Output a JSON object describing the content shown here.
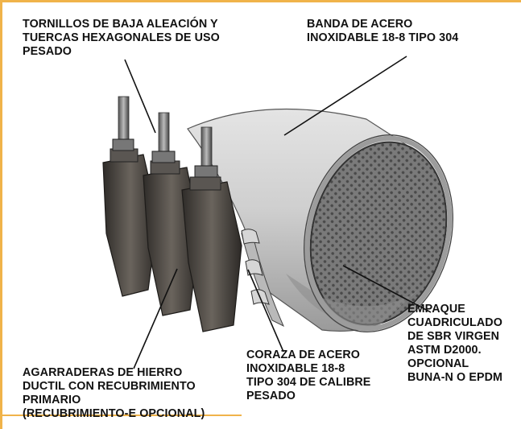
{
  "labels": {
    "tornillos": "TORNILLOS DE BAJA ALEACIÓN Y\nTUERCAS HEXAGONALES DE USO\nPESADO",
    "banda": "BANDA DE ACERO\nINOXIDABLE 18-8 TIPO 304",
    "empaque": "EMPAQUE\nCUADRICULADO\nDE SBR VIRGEN\nASTM D2000.\nOPCIONAL\nBUNA-N O EPDM",
    "agarraderas": "AGARRADERAS DE HIERRO\nDUCTIL CON RECUBRIMIENTO\nPRIMARIO\n(RECUBRIMIENTO-E OPCIONAL)",
    "coraza": "CORAZA DE ACERO\nINOXIDABLE 18-8\nTIPO 304 DE CALIBRE\nPESADO"
  },
  "colors": {
    "frame_accent": "#f0b34a",
    "band_steel": "#c8c8c8",
    "gasket": "#6f6f6f",
    "casting": "#4a4642",
    "text": "#111111"
  }
}
